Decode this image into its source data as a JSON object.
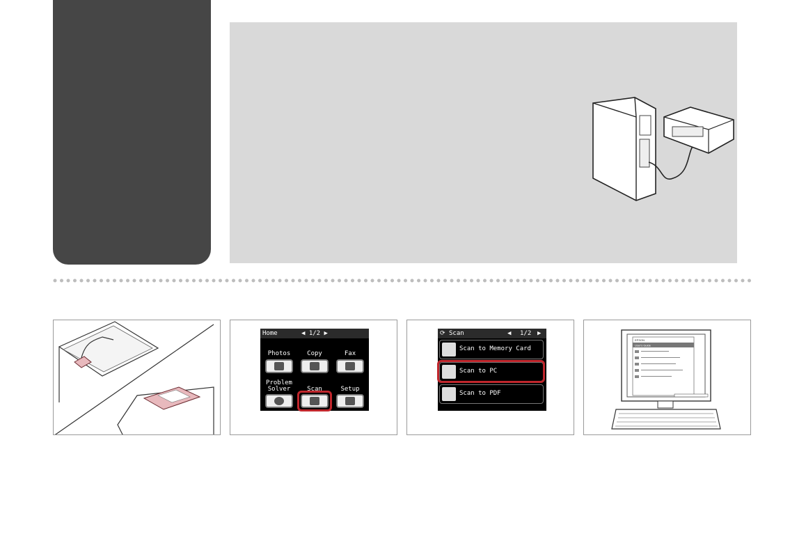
{
  "lcd_home": {
    "title": "Home",
    "page": "◀ 1/2 ▶",
    "items": [
      {
        "label": "Photos"
      },
      {
        "label": "Copy"
      },
      {
        "label": "Fax"
      },
      {
        "label": "Problem\nSolver"
      },
      {
        "label": "Scan"
      },
      {
        "label": "Setup"
      }
    ]
  },
  "lcd_scan": {
    "title": "Scan",
    "page": "1/2",
    "items": [
      {
        "label": "Scan to Memory Card"
      },
      {
        "label": "Scan to PC"
      },
      {
        "label": "Scan to PDF"
      }
    ]
  },
  "monitor": {
    "brand": "EPSON",
    "doc_title": "User's Guide"
  },
  "colors": {
    "sidebar": "#464646",
    "panel_bg": "#d9d9d9",
    "highlight": "#c0262c"
  }
}
